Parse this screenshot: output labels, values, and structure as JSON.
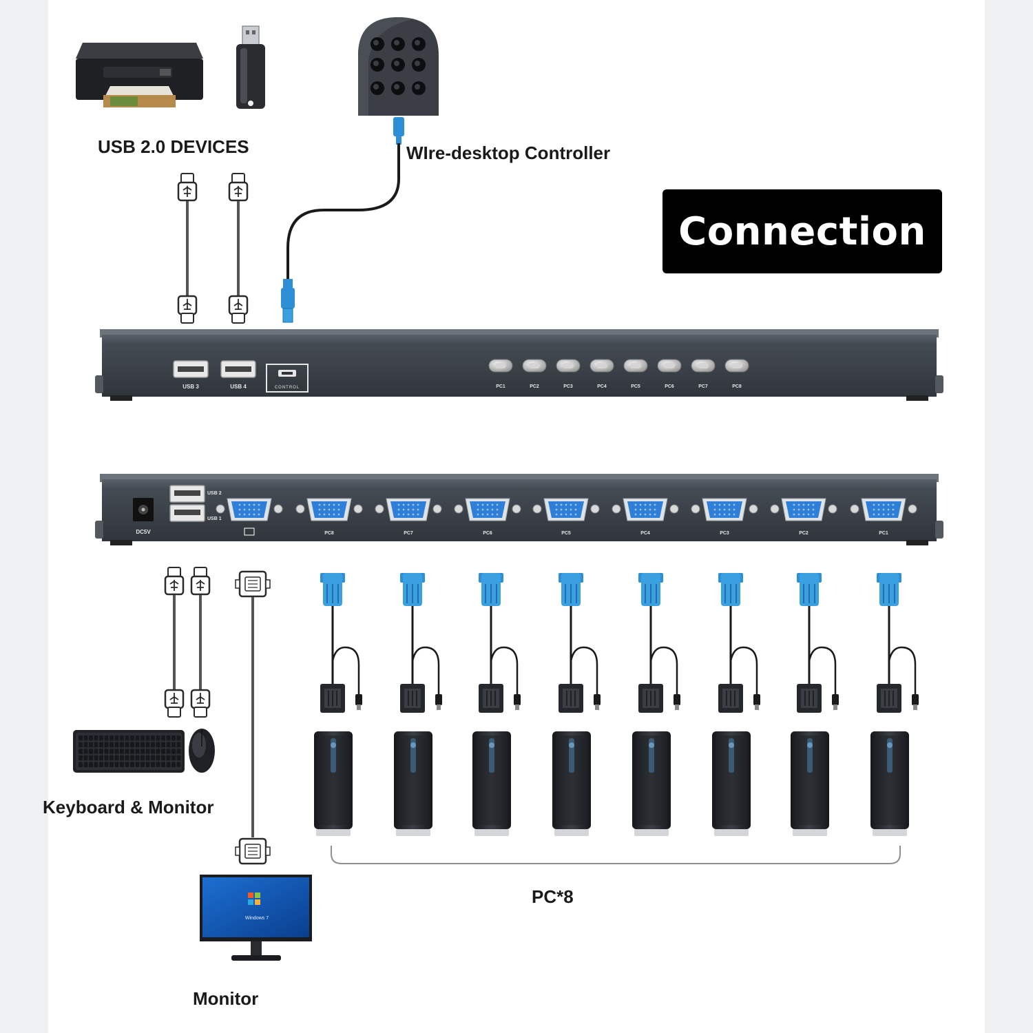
{
  "title": "Connection",
  "labels": {
    "usb_devices": "USB 2.0 DEVICES",
    "controller": "WIre-desktop Controller",
    "keyboard_mouse": "Keyboard & Monitor",
    "monitor": "Monitor",
    "pcs": "PC*8"
  },
  "front_panel": {
    "usb_ports": [
      "USB 3",
      "USB 4"
    ],
    "control_port": "CONTROL",
    "pc_buttons": [
      "PC1",
      "PC2",
      "PC3",
      "PC4",
      "PC5",
      "PC6",
      "PC7",
      "PC8"
    ]
  },
  "back_panel": {
    "power": "DC5V",
    "usb_ports": [
      "USB 2",
      "USB 1"
    ],
    "vga_ports": [
      "PC8",
      "PC7",
      "PC6",
      "PC5",
      "PC4",
      "PC3",
      "PC2",
      "PC1"
    ]
  },
  "monitor_screen": {
    "os_text": "Windows 7"
  },
  "colors": {
    "kvm_body": "#3d434b",
    "vga_blue": "#2f7fd9",
    "usb_blue": "#3aa0e0",
    "badge_bg": "#000000"
  }
}
